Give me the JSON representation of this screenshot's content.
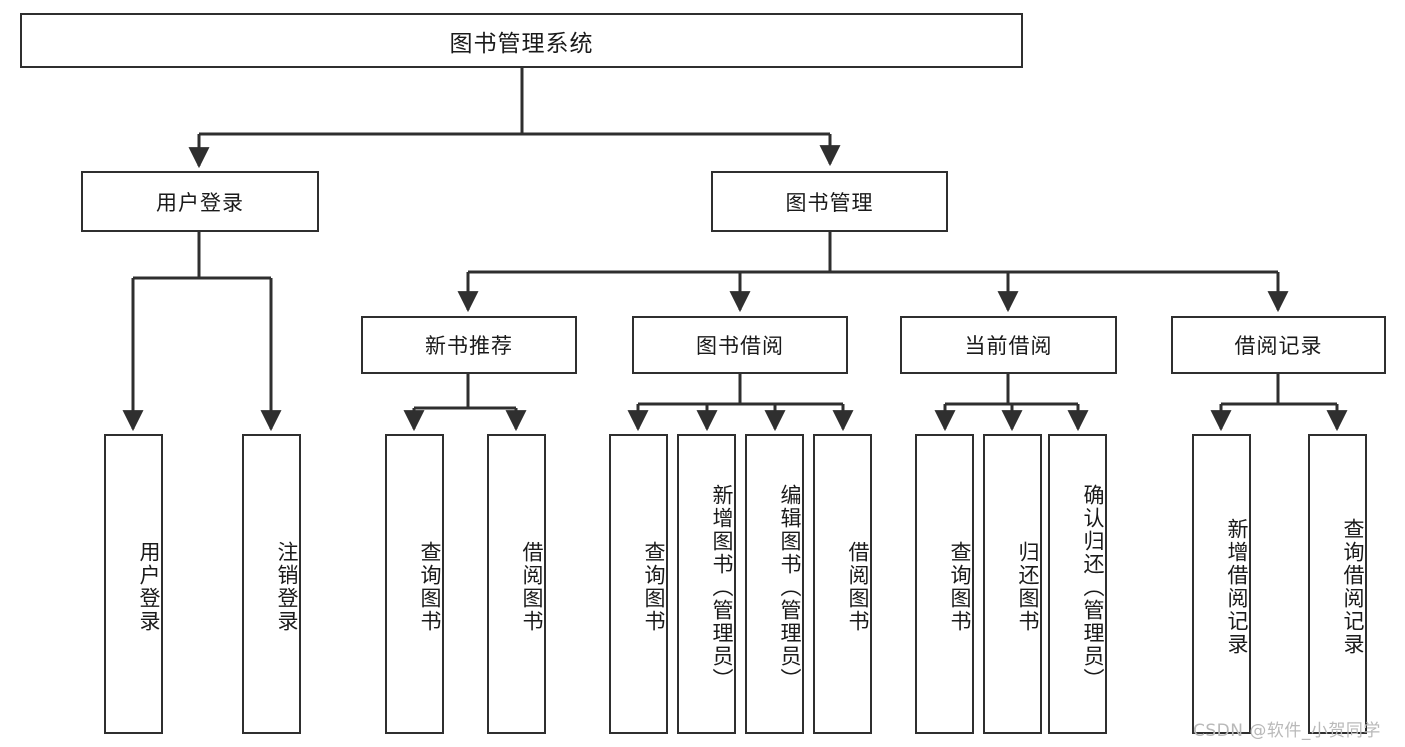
{
  "diagram": {
    "title_node": {
      "label": "图书管理系统"
    },
    "level2": [
      {
        "id": "user-login",
        "label": "用户登录"
      },
      {
        "id": "book-manage",
        "label": "图书管理"
      }
    ],
    "level3": [
      {
        "id": "new-book-rec",
        "label": "新书推荐"
      },
      {
        "id": "book-borrow",
        "label": "图书借阅"
      },
      {
        "id": "current-borrow",
        "label": "当前借阅"
      },
      {
        "id": "borrow-record",
        "label": "借阅记录"
      }
    ],
    "leaves": {
      "user_login": [
        {
          "id": "leaf-user-login",
          "label": "用户登录"
        },
        {
          "id": "leaf-logout-login",
          "label": "注销登录"
        }
      ],
      "new_book_rec": [
        {
          "id": "leaf-query-book-1",
          "label": "查询图书"
        },
        {
          "id": "leaf-borrow-book-1",
          "label": "借阅图书"
        }
      ],
      "book_borrow": [
        {
          "id": "leaf-query-book-2",
          "label": "查询图书"
        },
        {
          "id": "leaf-add-book",
          "label": "新增图书（管理员）"
        },
        {
          "id": "leaf-edit-book",
          "label": "编辑图书（管理员）"
        },
        {
          "id": "leaf-borrow-book-2",
          "label": "借阅图书"
        }
      ],
      "current_borrow": [
        {
          "id": "leaf-query-book-3",
          "label": "查询图书"
        },
        {
          "id": "leaf-return-book",
          "label": "归还图书"
        },
        {
          "id": "leaf-confirm-return",
          "label": "确认归还（管理员）"
        }
      ],
      "borrow_record": [
        {
          "id": "leaf-add-record",
          "label": "新增借阅记录"
        },
        {
          "id": "leaf-query-record",
          "label": "查询借阅记录"
        }
      ]
    }
  },
  "watermark": {
    "text": "CSDN @软件_小贺同学"
  },
  "colors": {
    "stroke": "#2f2f2f",
    "fill": "#ffffff",
    "text": "#1a1a1a",
    "watermark": "#b9b9b9"
  }
}
